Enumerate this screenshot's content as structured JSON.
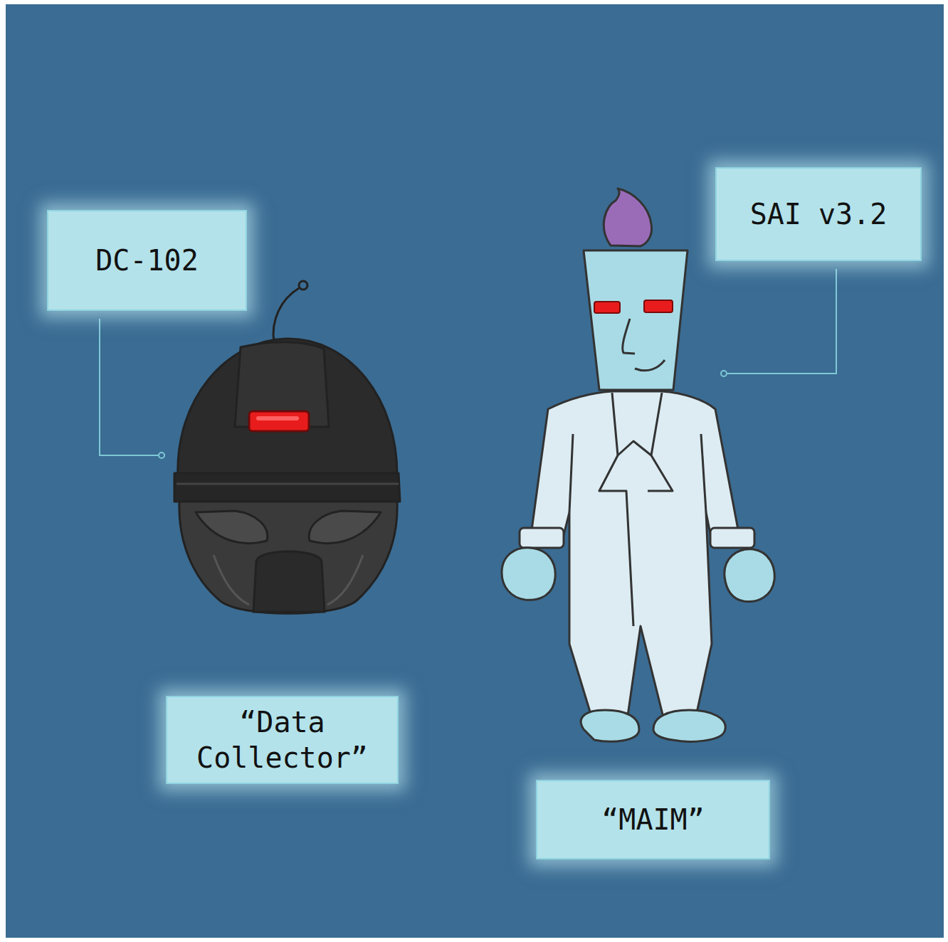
{
  "diagram": {
    "nodes": [
      {
        "text": [
          "DC-102"
        ]
      },
      {
        "text": [
          "SAI v3.2"
        ]
      },
      {
        "text": [
          "“Data Collector”"
        ]
      },
      {
        "text": [
          "“MAIM”"
        ]
      }
    ]
  }
}
